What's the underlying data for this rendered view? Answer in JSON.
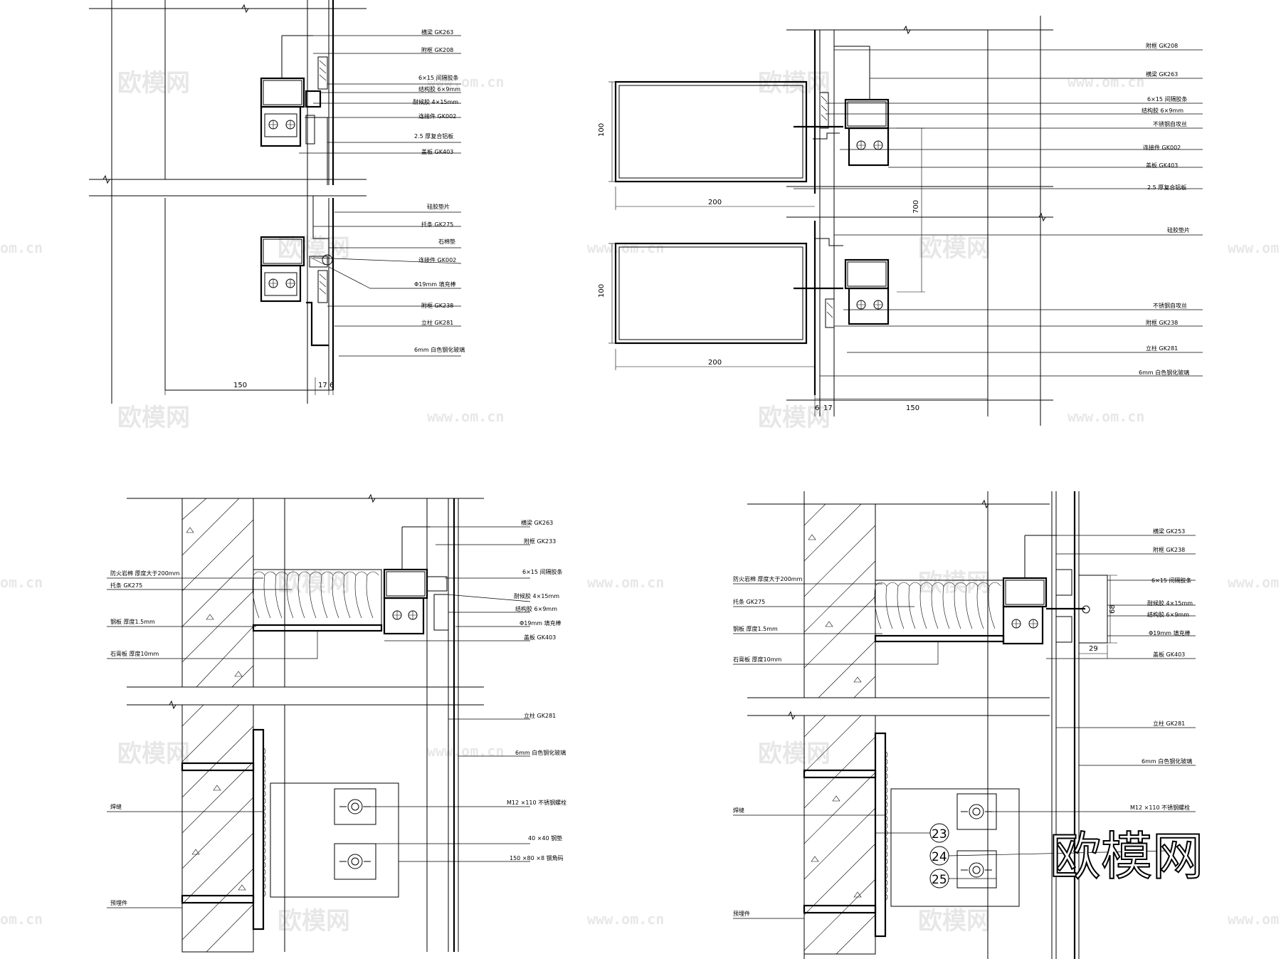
{
  "watermark": {
    "text": "欧模网",
    "url": "www.om.cn",
    "url_short": "om.cn"
  },
  "detail_top_left": {
    "labels": [
      "横梁 GK263",
      "附框 GK208",
      "6×15 间隔胶条",
      "结构胶 6×9mm",
      "耐候胶 4×15mm",
      "连接件 GK002",
      "2.5 厚复合铝板",
      "盖板 GK403",
      "硅胶垫片",
      "托条 GK275",
      "石棉垫",
      "连接件 GK002",
      "Φ19mm 填充棒",
      "附框 GK238",
      "立柱 GK281",
      "6mm 白色钢化玻璃"
    ],
    "dims": [
      "150",
      "17",
      "6"
    ]
  },
  "detail_top_right": {
    "labels": [
      "附框 GK208",
      "横梁 GK263",
      "6×15 间隔胶条",
      "结构胶 6×9mm",
      "不锈钢自攻丝",
      "连接件 GK002",
      "盖板 GK403",
      "2.5 厚复合铝板",
      "硅胶垫片",
      "不锈钢自攻丝",
      "附框 GK238",
      "立柱 GK281",
      "6mm 白色钢化玻璃"
    ],
    "dims": [
      "100",
      "200",
      "700",
      "100",
      "200",
      "6",
      "17",
      "150"
    ]
  },
  "detail_bottom_left": {
    "right_labels": [
      "横梁 GK263",
      "附框 GK233",
      "6×15 间隔胶条",
      "耐候胶 4×15mm",
      "结构胶 6×9mm",
      "Φ19mm 填充棒",
      "盖板 GK403",
      "立柱 GK281",
      "6mm 白色钢化玻璃",
      "M12 ×110 不锈钢螺栓",
      "40 ×40 钢垫",
      "150 ×80 ×8 钢角码"
    ],
    "left_labels": [
      "防火岩棉 厚度大于200mm",
      "托条 GK275",
      "钢板 厚度1.5mm",
      "石膏板 厚度10mm",
      "焊缝",
      "预埋件"
    ]
  },
  "detail_bottom_right": {
    "right_labels": [
      "横梁 GK253",
      "附框 GK238",
      "6×15 间隔胶条",
      "耐候胶 4×15mm",
      "结构胶 6×9mm",
      "Φ19mm 填充棒",
      "盖板 GK403",
      "立柱 GK281",
      "6mm 白色钢化玻璃",
      "M12 ×110 不锈钢螺栓"
    ],
    "left_labels": [
      "防火岩棉 厚度大于200mm",
      "托条 GK275",
      "钢板 厚度1.5mm",
      "石膏板 厚度10mm",
      "焊缝",
      "预埋件"
    ],
    "callouts": [
      "23",
      "24",
      "25"
    ],
    "dims": [
      "68",
      "29"
    ]
  }
}
